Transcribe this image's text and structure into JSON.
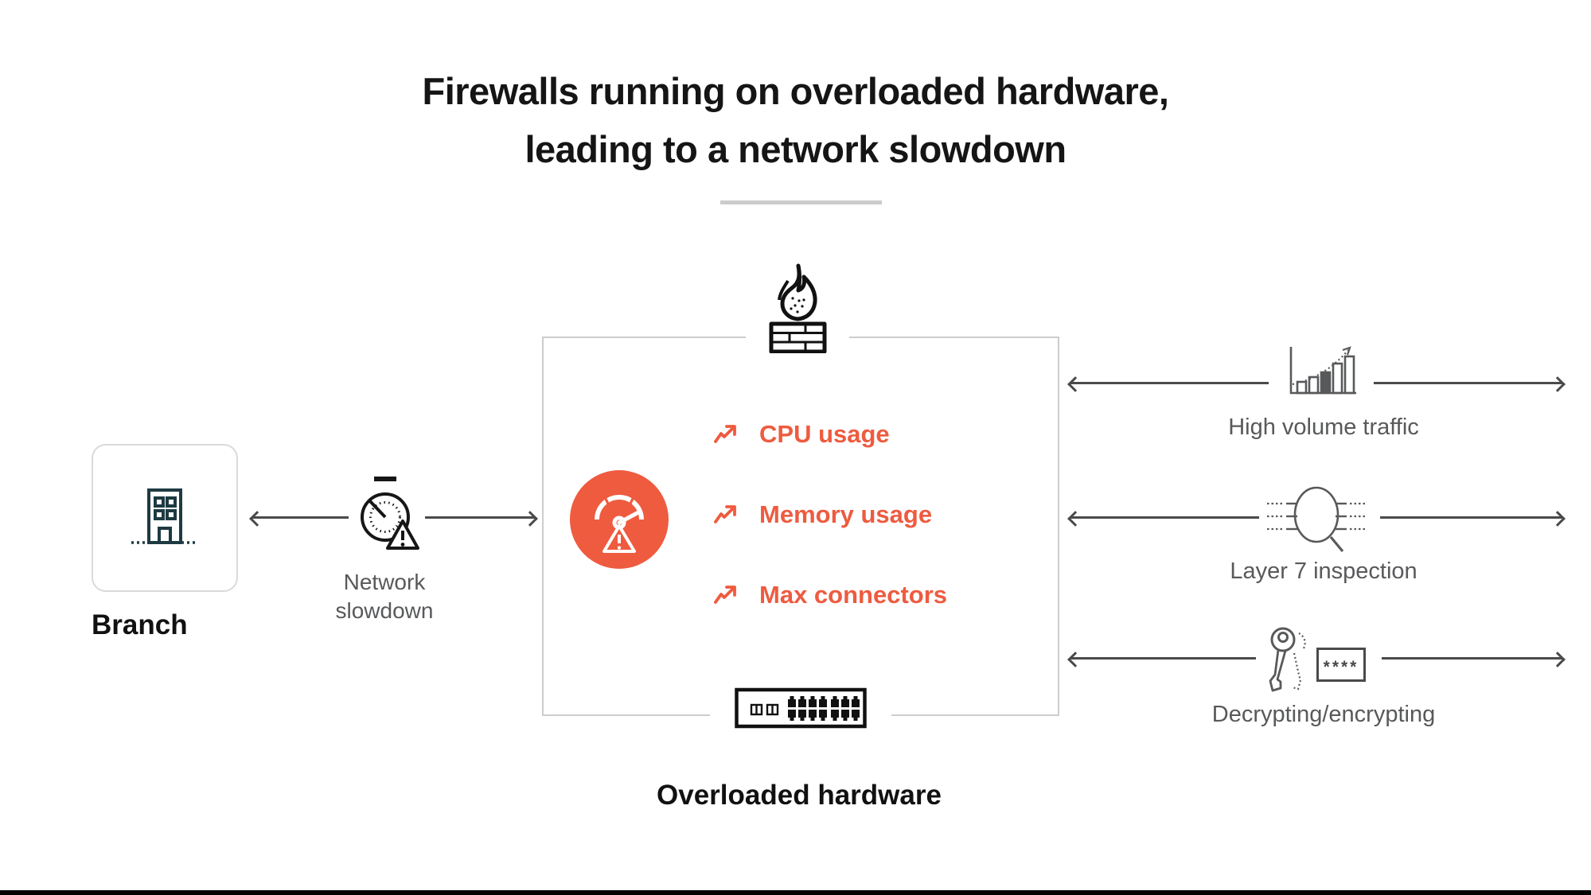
{
  "header": {
    "title_line1": "Firewalls running on overloaded hardware,",
    "title_line2": "leading to a network slowdown"
  },
  "branch": {
    "label": "Branch",
    "icon": "building-icon"
  },
  "network_slowdown": {
    "label": "Network slowdown",
    "icon": "stopwatch-warning-icon"
  },
  "overloaded_hardware": {
    "label": "Overloaded hardware",
    "top_icon": "firewall-icon",
    "badge_icon": "gauge-warning-icon",
    "bottom_icon": "network-switch-icon",
    "metrics": [
      {
        "label": "CPU usage",
        "icon": "trend-up-icon"
      },
      {
        "label": "Memory usage",
        "icon": "trend-up-icon"
      },
      {
        "label": "Max connectors",
        "icon": "trend-up-icon"
      }
    ]
  },
  "traffic_factors": [
    {
      "label": "High volume traffic",
      "icon": "traffic-growth-icon"
    },
    {
      "label": "Layer 7 inspection",
      "icon": "layer7-inspection-icon"
    },
    {
      "label": "Decrypting/encrypting",
      "icon": "encryption-key-icon",
      "password_mask": "****"
    }
  ],
  "colors": {
    "accent_orange": "#ee5b3f",
    "icon_dark_teal": "#1e3a42",
    "label_gray": "#58595b",
    "arrow_gray": "#4a4a4a",
    "border_light": "#cdcdcd",
    "footer_bar": "#000000"
  }
}
